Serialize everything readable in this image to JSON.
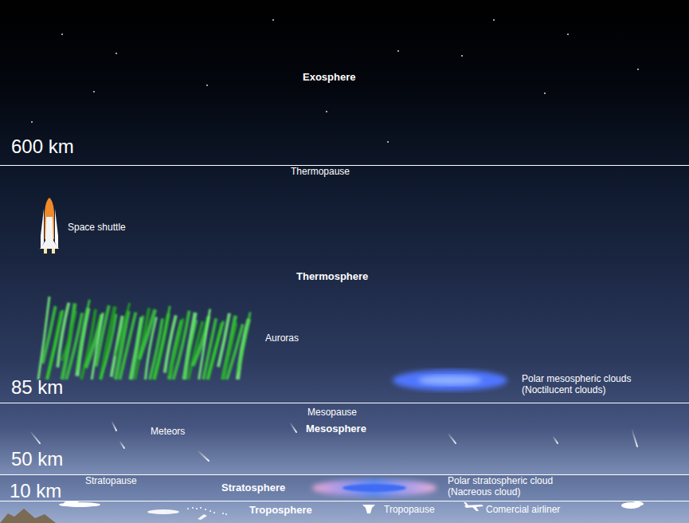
{
  "diagram": {
    "nodes": [
      {
        "text": [
          "Exosphere",
          "600 km"
        ]
      },
      {
        "text": [
          "Thermopause",
          "Space shuttle",
          "Thermosphere",
          "Auroras",
          "Polar mesospheric clouds (Noctilucent clouds)",
          "85 km"
        ]
      },
      {
        "text": [
          "Mesopause",
          "Mesosphere",
          "Meteors",
          "50 km"
        ]
      },
      {
        "text": [
          "10 km",
          "Stratopause",
          "Stratosphere",
          "Polar stratospheric cloud (Nacreous cloud)"
        ]
      },
      {
        "text": [
          "Troposphere",
          "Tropopause",
          "Comercial airliner"
        ]
      }
    ]
  }
}
